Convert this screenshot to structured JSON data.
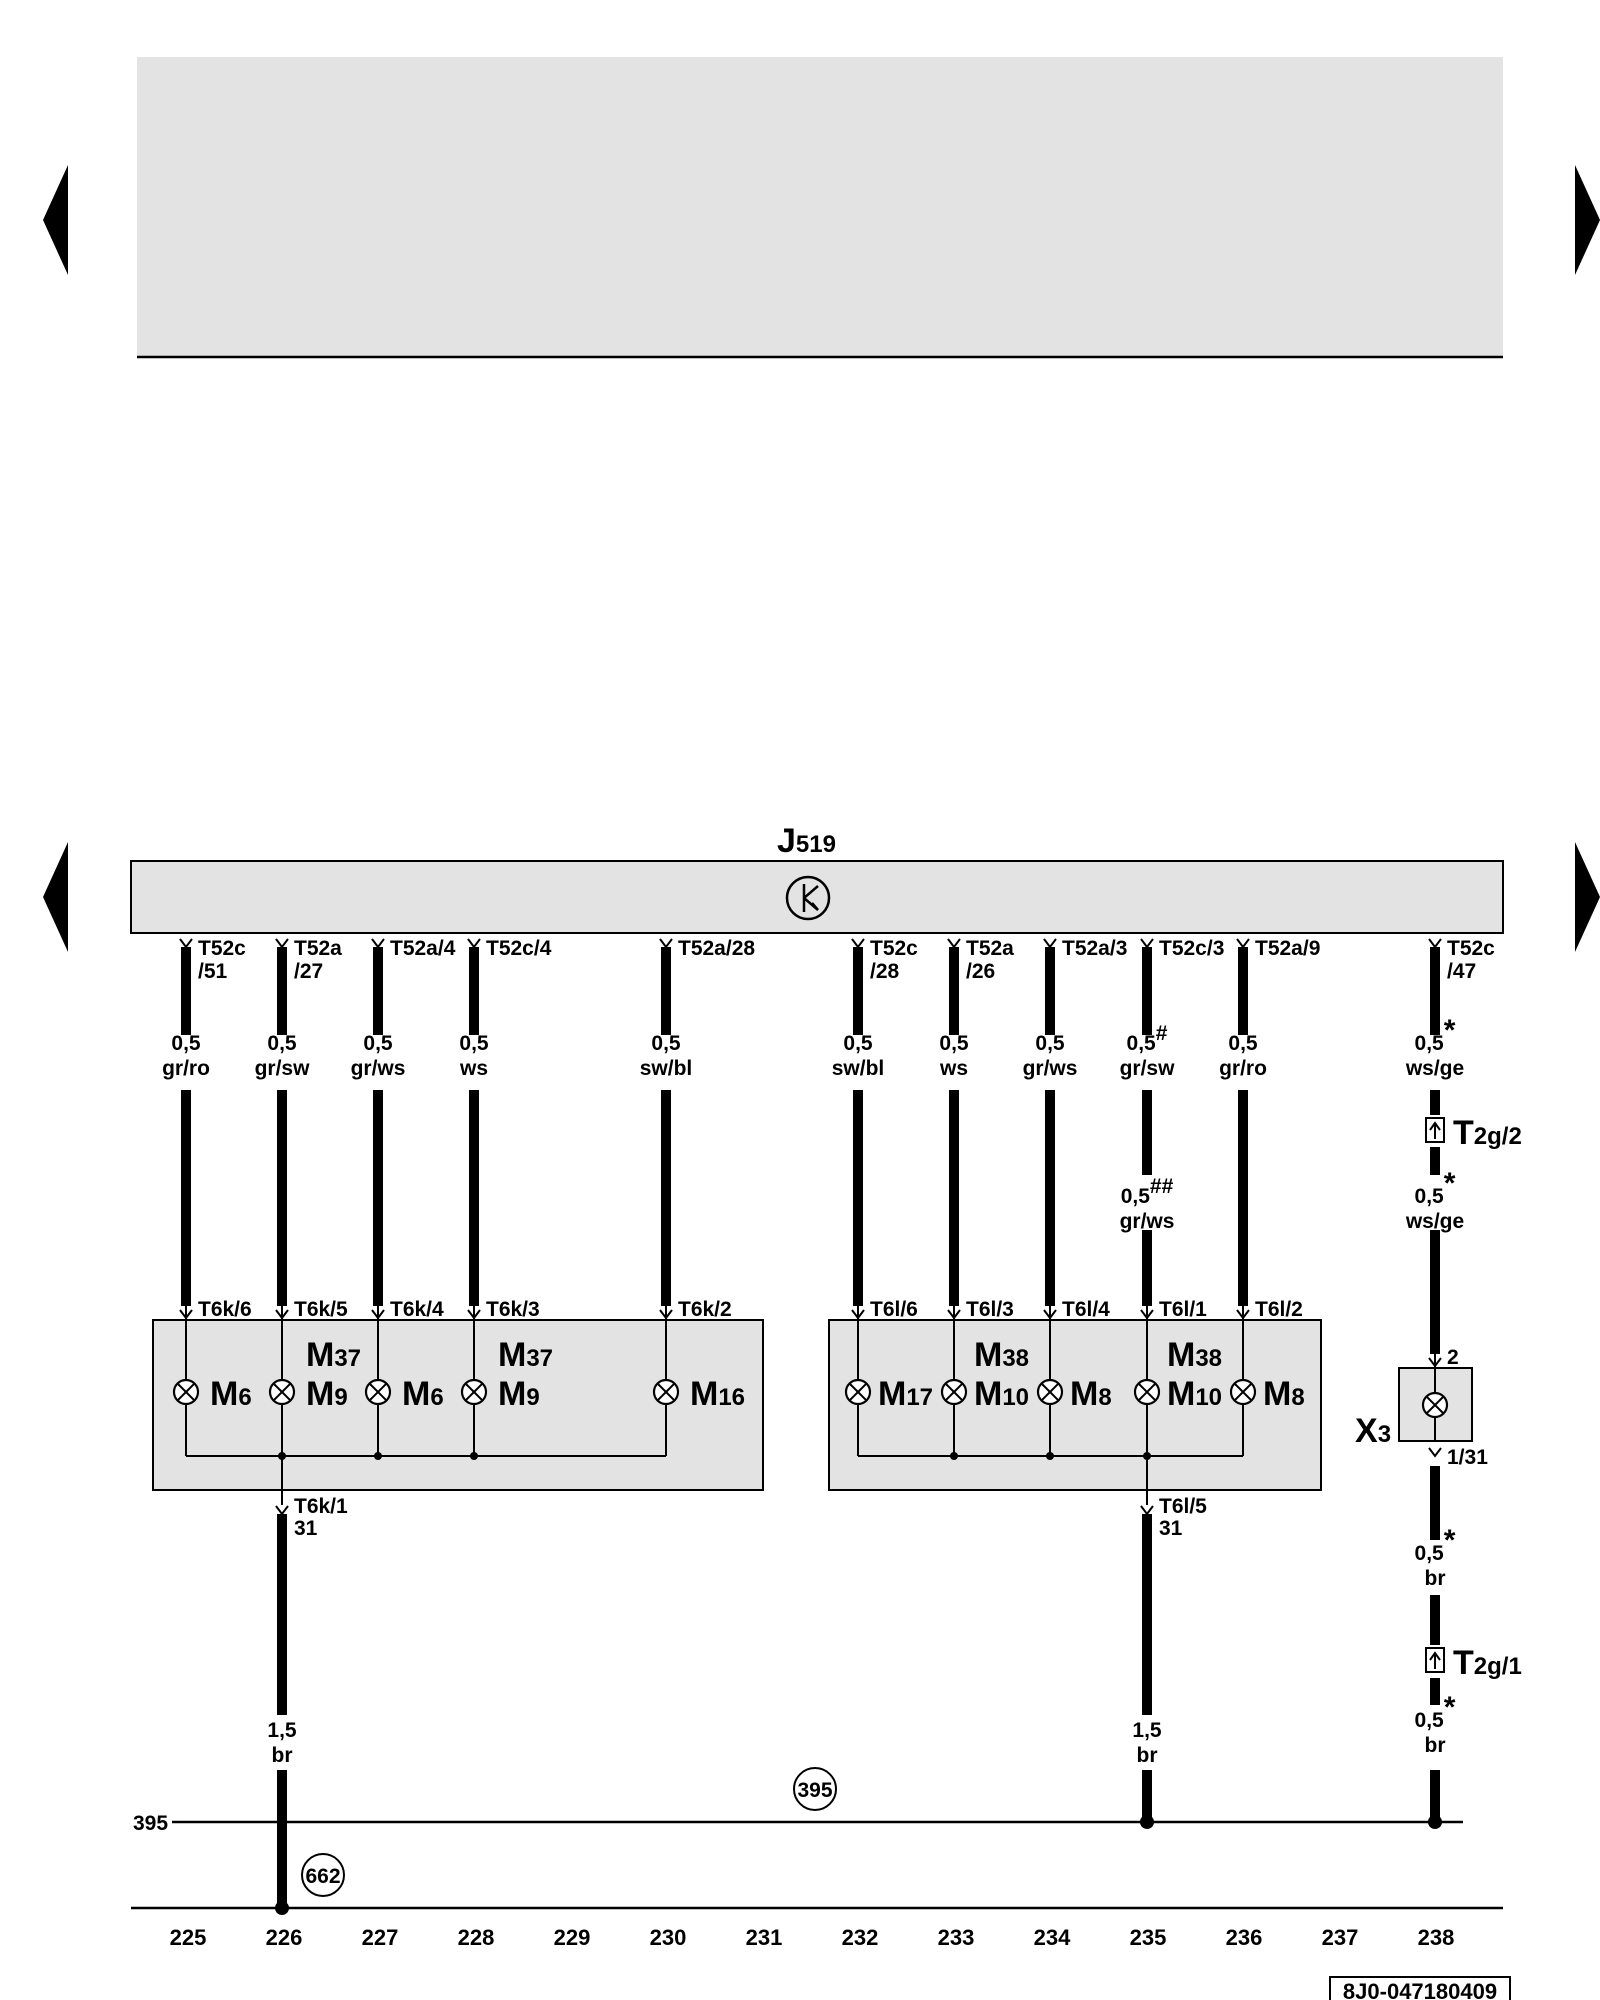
{
  "control_unit": {
    "label": "J",
    "sub": "519"
  },
  "connector_top_labels": [
    [
      "T52c",
      "/51"
    ],
    [
      "T52a",
      "/27"
    ],
    [
      "T52a/4",
      ""
    ],
    [
      "T52c/4",
      ""
    ],
    [
      "T52a/28",
      ""
    ],
    [
      "T52c",
      "/28"
    ],
    [
      "T52a",
      "/26"
    ],
    [
      "T52a/3",
      ""
    ],
    [
      "T52c/3",
      ""
    ],
    [
      "T52a/9",
      ""
    ],
    [
      "T52c",
      "/47"
    ]
  ],
  "wire_labels": [
    [
      "0,5",
      "gr/ro"
    ],
    [
      "0,5",
      "gr/sw"
    ],
    [
      "0,5",
      "gr/ws"
    ],
    [
      "0,5",
      "ws"
    ],
    [
      "0,5",
      "sw/bl"
    ],
    [
      "0,5",
      "sw/bl"
    ],
    [
      "0,5",
      "ws"
    ],
    [
      "0,5",
      "gr/ws"
    ],
    [
      "0,5#",
      "gr/sw"
    ],
    [
      "0,5",
      "gr/ro"
    ],
    [
      "0,5*",
      "ws/ge"
    ]
  ],
  "wire_labels_extra": [
    [
      "0,5##",
      "gr/ws"
    ],
    [
      "0,5*",
      "ws/ge"
    ]
  ],
  "connector_bottom_labels": [
    "T6k/6",
    "T6k/5",
    "T6k/4",
    "T6k/3",
    "T6k/2",
    "T6l/6",
    "T6l/3",
    "T6l/4",
    "T6l/1",
    "T6l/2",
    "2"
  ],
  "lamps_left": [
    {
      "main": "M",
      "sub": "6"
    },
    {
      "main": "M",
      "sub": "9",
      "top": "M",
      "top_sub": "37"
    },
    {
      "main": "M",
      "sub": "6"
    },
    {
      "main": "M",
      "sub": "9",
      "top": "M",
      "top_sub": "37"
    },
    {
      "main": "M",
      "sub": "16"
    }
  ],
  "lamps_right": [
    {
      "main": "M",
      "sub": "17"
    },
    {
      "main": "M",
      "sub": "10",
      "top": "M",
      "top_sub": "38"
    },
    {
      "main": "M",
      "sub": "8"
    },
    {
      "main": "M",
      "sub": "10",
      "top": "M",
      "top_sub": "38"
    },
    {
      "main": "M",
      "sub": "8"
    }
  ],
  "x3": {
    "main": "X",
    "sub": "3",
    "bottom_pin": "1/31"
  },
  "connectors_t2g": [
    {
      "main": "T",
      "sub": "2g/2"
    },
    {
      "main": "T",
      "sub": "2g/1"
    }
  ],
  "ground_left": {
    "pin": "T6k/1",
    "term": "31",
    "wire": [
      "1,5",
      "br"
    ]
  },
  "ground_right": {
    "pin": "T6l/5",
    "term": "31",
    "wire": [
      "1,5",
      "br"
    ]
  },
  "x3_wires": [
    [
      "0,5*",
      "br"
    ],
    [
      "0,5*",
      "br"
    ]
  ],
  "ground_points": {
    "bus_label": "395",
    "circle_395": "395",
    "circle_662": "662"
  },
  "column_numbers": [
    "225",
    "226",
    "227",
    "228",
    "229",
    "230",
    "231",
    "232",
    "233",
    "234",
    "235",
    "236",
    "237",
    "238"
  ],
  "doc_code": "8J0-047180409",
  "colors": {
    "fill": "#e3e3e3",
    "line": "#000000"
  }
}
